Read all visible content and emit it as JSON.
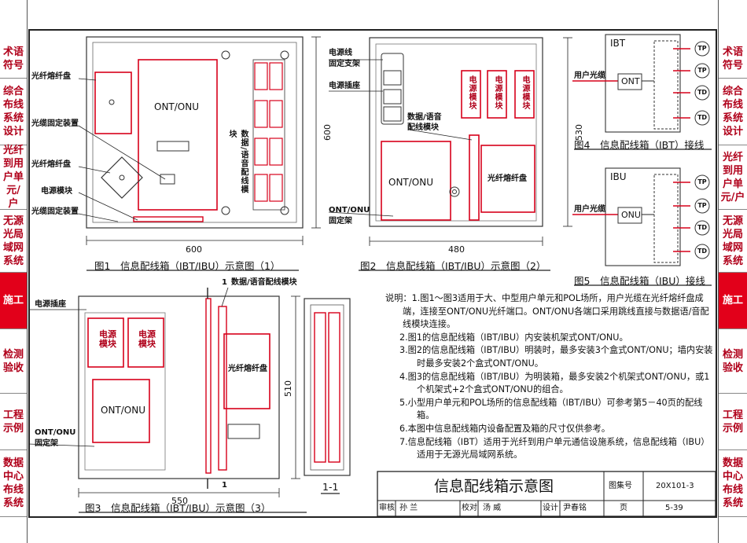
{
  "side_tabs": [
    {
      "label": "术语符号"
    },
    {
      "label": "综合布线系统设计"
    },
    {
      "label": "光纤到用户单元/户"
    },
    {
      "label": "无源光局域网系统"
    },
    {
      "label": "施工",
      "active": true
    },
    {
      "label": "检测验收"
    },
    {
      "label": "工程示例"
    },
    {
      "label": "数据中心布线系统"
    }
  ],
  "fig1": {
    "caption": "图1　信息配线箱（IBT/IBU）示意图（1）",
    "width_label": "600",
    "height_label": "600",
    "labels": {
      "fiber_tray": "光纤熔纤盘",
      "cable_fix": "光缆固定装置",
      "fiber_tray2": "光纤熔纤盘",
      "power_module": "电源模块",
      "cable_fix2": "光缆固定装置",
      "ont": "ONT/ONU",
      "data_voice": "数据/语音配线模块"
    }
  },
  "fig2": {
    "caption": "图2　信息配线箱（IBT/IBU）示意图（2）",
    "width_label": "480",
    "height_label": "530",
    "labels": {
      "power_line": "电源线",
      "fix_bracket": "固定支架",
      "socket": "电源插座",
      "data_voice": "数据/语音",
      "wiring_module": "配线模块",
      "ont": "ONT/ONU",
      "ont_fix": "ONT/ONU",
      "ont_fix2": "固定架",
      "fiber_tray": "光纤熔纤盘",
      "power_module": "电源模块"
    }
  },
  "fig3": {
    "caption": "图3　信息配线箱（IBT/IBU）示意图（3）",
    "width_label": "550",
    "height_label": "510",
    "section_top": "1",
    "section_bottom": "1",
    "section_view": "1-1",
    "labels": {
      "socket": "电源插座",
      "data_voice": "数据/语音配线模块",
      "power1": "电源模块",
      "power2": "电源模块",
      "ont": "ONT/ONU",
      "ont_fix": "ONT/ONU",
      "ont_fix2": "固定架",
      "fiber_tray": "光纤熔纤盘"
    }
  },
  "fig4": {
    "caption": "图4　信息配线箱（IBT）接线",
    "box": "IBT",
    "user_cable": "用户光缆",
    "device": "ONT",
    "ports": [
      "TP",
      "TP",
      "TD",
      "TD"
    ]
  },
  "fig5": {
    "caption": "图5　信息配线箱（IBU）接线",
    "box": "IBU",
    "user_cable": "用户光缆",
    "device": "ONU",
    "ports": [
      "TP",
      "TP",
      "TD",
      "TD"
    ]
  },
  "notes": {
    "lead": "说明：",
    "items": [
      "1.图1～图3适用于大、中型用户单元和POL场所，用户光缆在光纤熔纤盘成端，连接至ONT/ONU光纤端口。ONT/ONU各端口采用跳线直接与数据语/音配线模块连接。",
      "2.图1的信息配线箱（IBT/IBU）内安装机架式ONT/ONU。",
      "3.图2的信息配线箱（IBT/IBU）明装时，最多安装3个盒式ONT/ONU；墙内安装时最多安装2个盒式ONT/ONU。",
      "4.图3的信息配线箱（IBT/IBU）为明装箱，最多安装2个机架式ONT/ONU，或1个机架式+2个盒式ONT/ONU的组合。",
      "5.小型用户单元和POL场所的信息配线箱（IBT/IBU）可参考第5－40页的配线箱。",
      "6.本图中信息配线箱内设备配置及箱的尺寸仅供参考。",
      "7.信息配线箱（IBT）适用于光纤到用户单元通信设施系统，信息配线箱（IBU）适用于无源光局域网系统。"
    ]
  },
  "title_block": {
    "title": "信息配线箱示意图",
    "atlas_label": "图集号",
    "atlas_no": "20X101-3",
    "review": "审核",
    "reviewer": "孙 兰",
    "check": "校对",
    "checker": "汤 威",
    "design": "设计",
    "designer": "尹春铭",
    "page_label": "页",
    "page_no": "5-39"
  },
  "colors": {
    "red": "#d7001a",
    "dark": "#222222"
  }
}
